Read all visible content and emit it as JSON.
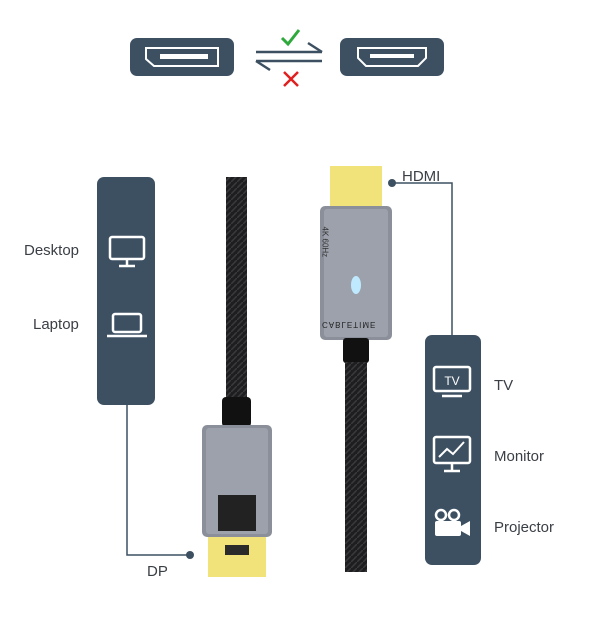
{
  "left_devices": {
    "items": [
      {
        "label": "Desktop",
        "icon": "desktop-icon"
      },
      {
        "label": "Laptop",
        "icon": "laptop-icon"
      }
    ],
    "port_label": "DP"
  },
  "right_devices": {
    "items": [
      {
        "label": "TV",
        "icon": "tv-icon"
      },
      {
        "label": "Monitor",
        "icon": "monitor-icon"
      },
      {
        "label": "Projector",
        "icon": "projector-icon"
      }
    ],
    "port_label": "HDMI",
    "tv_icon_text": "TV"
  },
  "direction": {
    "forward": "supported",
    "reverse": "not-supported"
  },
  "branding": {
    "brand": "CABLETIME",
    "spec": "4K 60Hz"
  },
  "colors": {
    "panel": "#3d5062",
    "check": "#2eaa3c",
    "cross": "#e02020",
    "gold": "#f2e27a",
    "housing": "#8a8f99"
  }
}
